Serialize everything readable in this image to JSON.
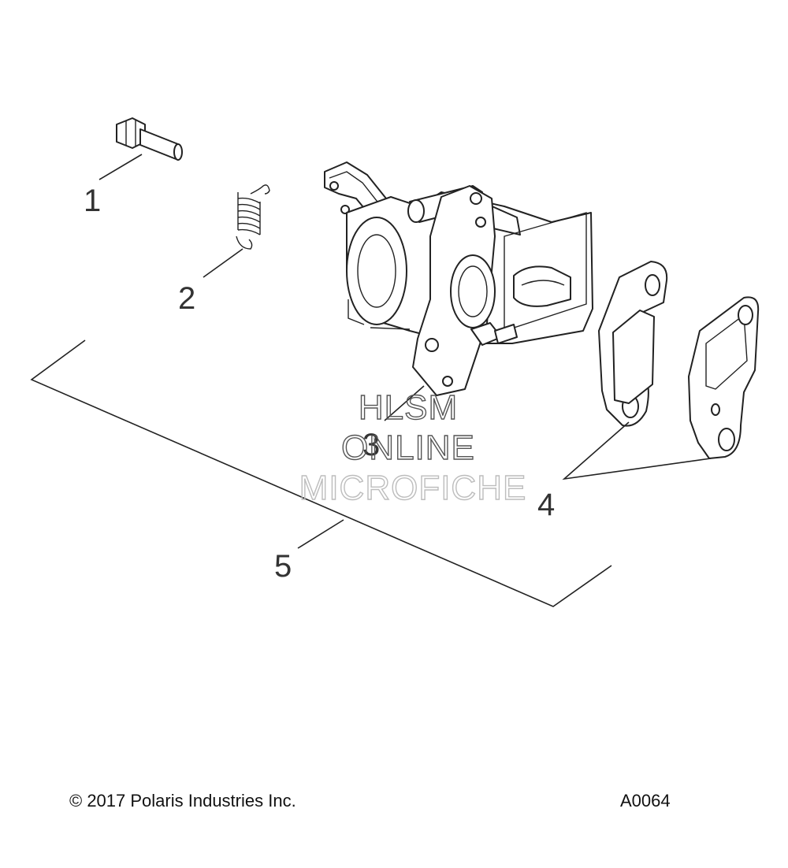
{
  "callouts": [
    "1",
    "2",
    "3",
    "4",
    "5"
  ],
  "watermark": {
    "line1": "HLSM",
    "line2": "ONLINE",
    "line3": "MICROFICHE"
  },
  "footer": {
    "copyright": "© 2017 Polaris Industries Inc.",
    "figure_code": "A0064"
  }
}
